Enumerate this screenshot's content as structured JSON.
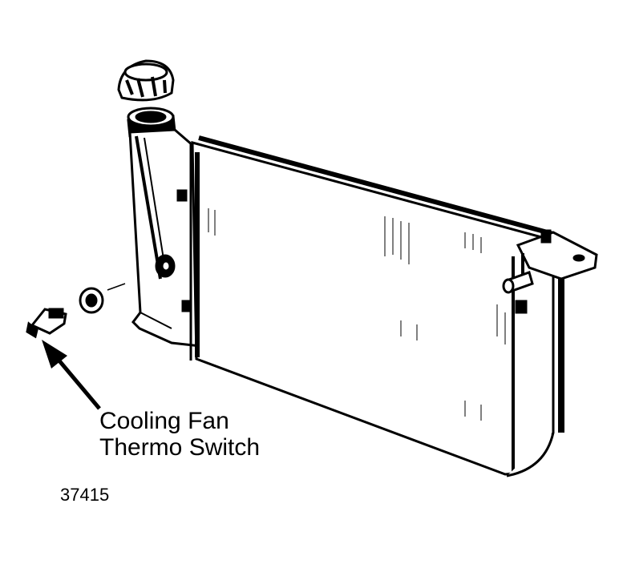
{
  "callout": {
    "line1": "Cooling Fan",
    "line2": "Thermo Switch"
  },
  "figure_number": "37415",
  "colors": {
    "ink": "#000000",
    "paper": "#ffffff"
  }
}
